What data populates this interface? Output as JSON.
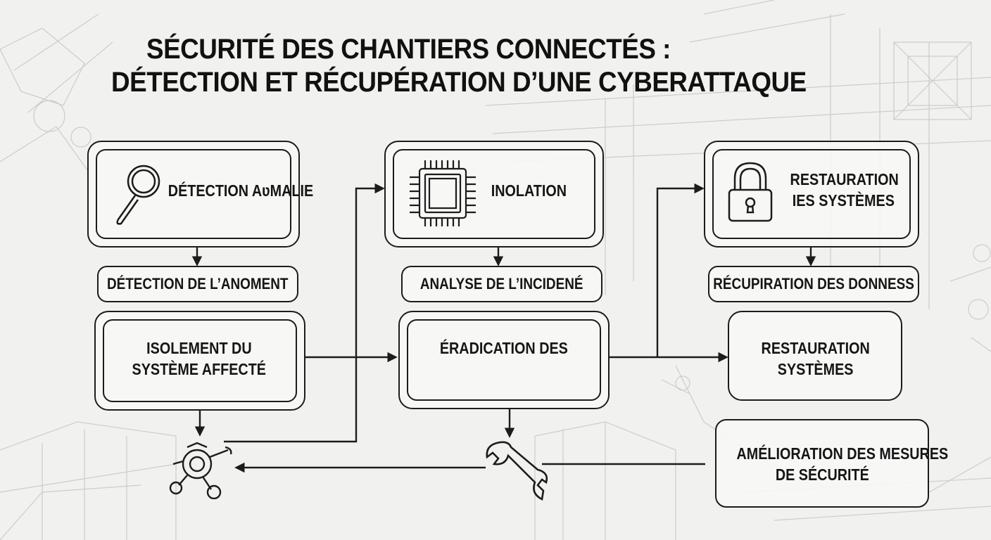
{
  "title": {
    "line1": "SÉCURITÉ DES CHANTIERS CONNECTÉS :",
    "line2": "DÉTECTION ET RÉCUPÉRATION D’UNE CYBERATTAQUE"
  },
  "columns": [
    {
      "top_box": {
        "label": "DÉTECTION AʋMALIE",
        "icon": "magnifier-icon"
      },
      "step_pill": "DÉTECTION DE L’ANOMENT",
      "bottom_box": {
        "line1": "ISOLEMENT DU",
        "line2": "SYSTÈME AFFECTÉ"
      },
      "bottom_icon": "robot-gear-icon"
    },
    {
      "top_box": {
        "label": "INOLATION",
        "icon": "chip-icon"
      },
      "step_pill": "ANALYSE DE L’INCIDENÉ",
      "bottom_box": {
        "line1": "ÉRADICATION DES",
        "line2": ""
      },
      "bottom_icon": "wrench-icon"
    },
    {
      "top_box": {
        "line1": "RESTAURATION",
        "line2": "IES SYSTÈMES",
        "icon": "padlock-icon"
      },
      "step_pill": "RÉCUPIRATION DES DONNESS",
      "bottom_box": {
        "line1": "RESTAURATION",
        "line2": "SYSTÈMES"
      },
      "final_box": {
        "line1": "AMÉLIORATION DES MESURES",
        "line2": "DE SÉCURITÉ"
      }
    }
  ],
  "colors": {
    "ink": "#1c1c1c",
    "background": "#f1f1f0",
    "sketch": "#bdbdbd"
  }
}
